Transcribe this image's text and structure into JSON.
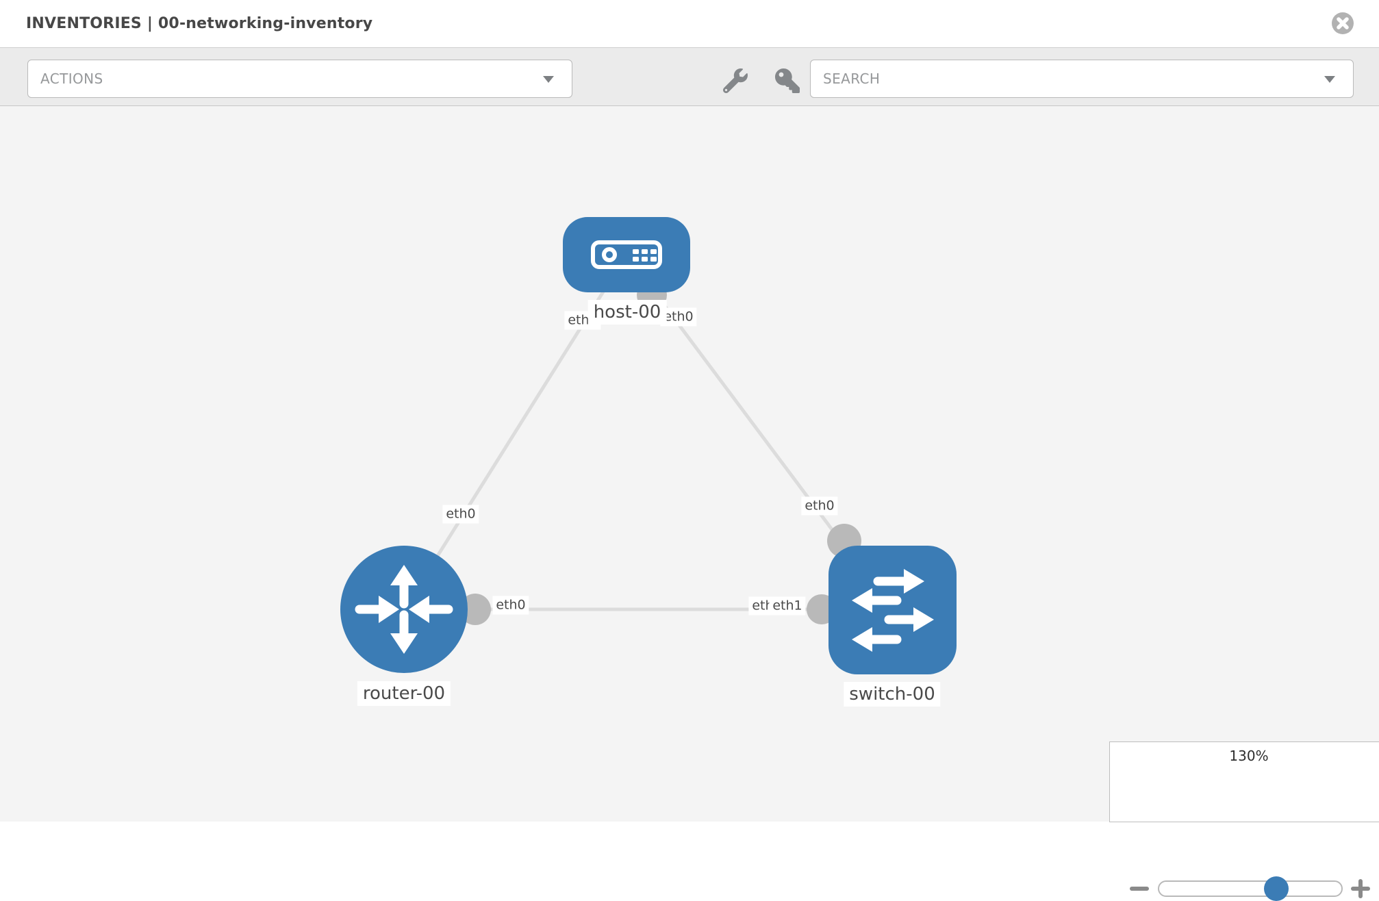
{
  "header": {
    "title": "INVENTORIES | 00-networking-inventory",
    "close_icon": "circle-x"
  },
  "toolbar": {
    "actions_dropdown": {
      "label": "ACTIONS"
    },
    "search_dropdown": {
      "label": "SEARCH"
    },
    "icons": [
      "wrench",
      "key"
    ]
  },
  "topology": {
    "nodes": [
      {
        "id": "host-00",
        "type": "host",
        "label": "host-00"
      },
      {
        "id": "router-00",
        "type": "router",
        "label": "router-00"
      },
      {
        "id": "switch-00",
        "type": "switch",
        "label": "switch-00"
      }
    ],
    "links": [
      {
        "from": "router-00",
        "to": "host-00",
        "from_interface": "eth0",
        "to_interface": "eth0"
      },
      {
        "from": "host-00",
        "to": "switch-00",
        "from_interface": "eth0",
        "to_interface": "eth0"
      },
      {
        "from": "router-00",
        "to": "switch-00",
        "from_interface": "eth0",
        "to_interface": "eth1"
      }
    ],
    "overlapped_interface_label": "eth0"
  },
  "zoom_control": {
    "level": "130%"
  },
  "colors": {
    "node_blue": "#3b7cb5",
    "link_gray": "#dcdcdc",
    "port_gray": "#b9b9b9",
    "toolbar_gray": "#ebebeb",
    "canvas_gray": "#f4f4f4"
  }
}
